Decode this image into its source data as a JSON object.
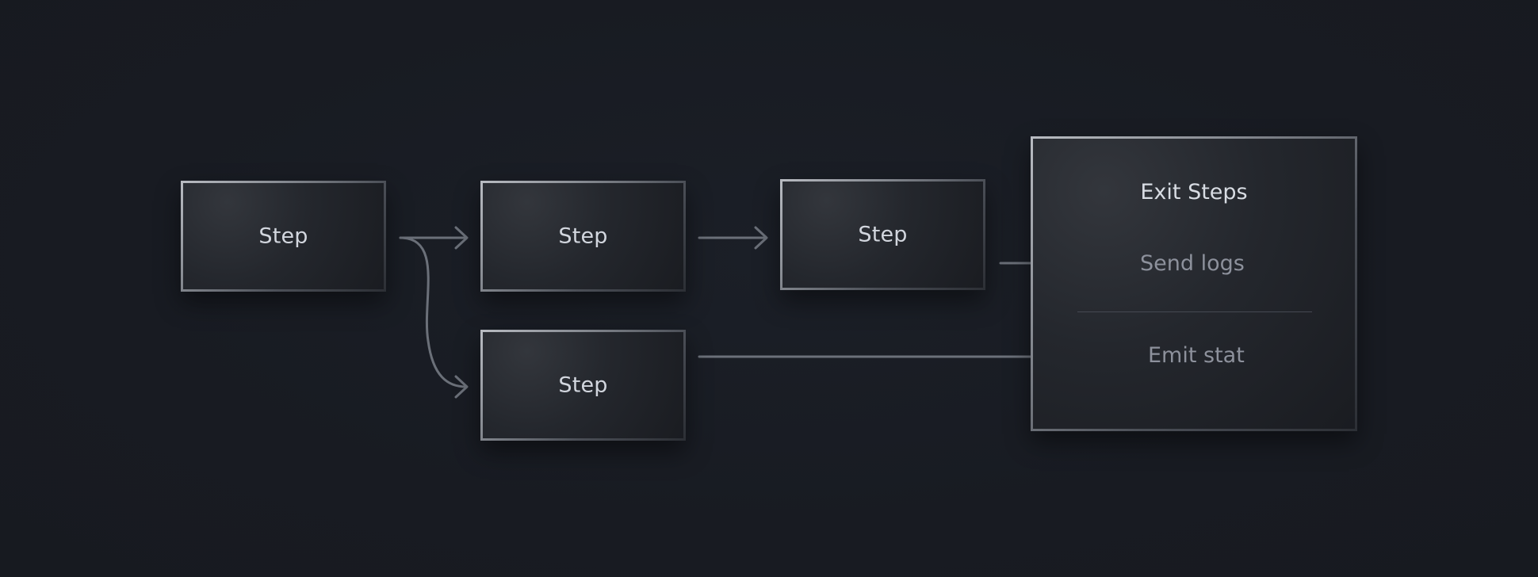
{
  "diagram": {
    "steps": [
      {
        "id": "step-1",
        "label": "Step"
      },
      {
        "id": "step-2",
        "label": "Step"
      },
      {
        "id": "step-3",
        "label": "Step"
      },
      {
        "id": "step-4",
        "label": "Step"
      }
    ],
    "exit_group": {
      "title": "Exit Steps",
      "items": [
        {
          "label": "Send logs"
        },
        {
          "label": "Emit stat"
        }
      ]
    },
    "connections": [
      {
        "from": "step-1",
        "to": "step-2"
      },
      {
        "from": "step-1",
        "to": "step-4"
      },
      {
        "from": "step-2",
        "to": "step-3"
      },
      {
        "from": "step-3",
        "to": "exit-item-send-logs"
      },
      {
        "from": "step-4",
        "to": "exit-item-emit-stat"
      }
    ],
    "colors": {
      "background": "#181b22",
      "connector": "#6b7079",
      "step_text": "#d2d6de",
      "exit_item_text": "#8d919c"
    }
  }
}
